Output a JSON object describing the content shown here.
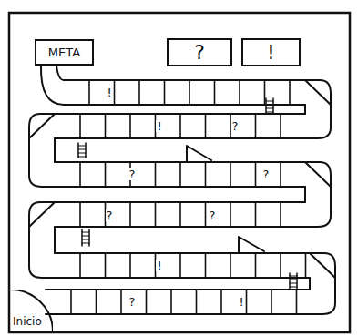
{
  "diagram": {
    "nodes": [
      {
        "text": [
          "META"
        ]
      },
      {
        "text": [
          "?"
        ]
      },
      {
        "text": [
          "!"
        ]
      },
      {
        "text": [
          "Inicio"
        ]
      }
    ],
    "labels": [
      "!",
      "!",
      "?",
      "?",
      "?",
      "?",
      "?",
      "!",
      "?",
      "!"
    ]
  }
}
